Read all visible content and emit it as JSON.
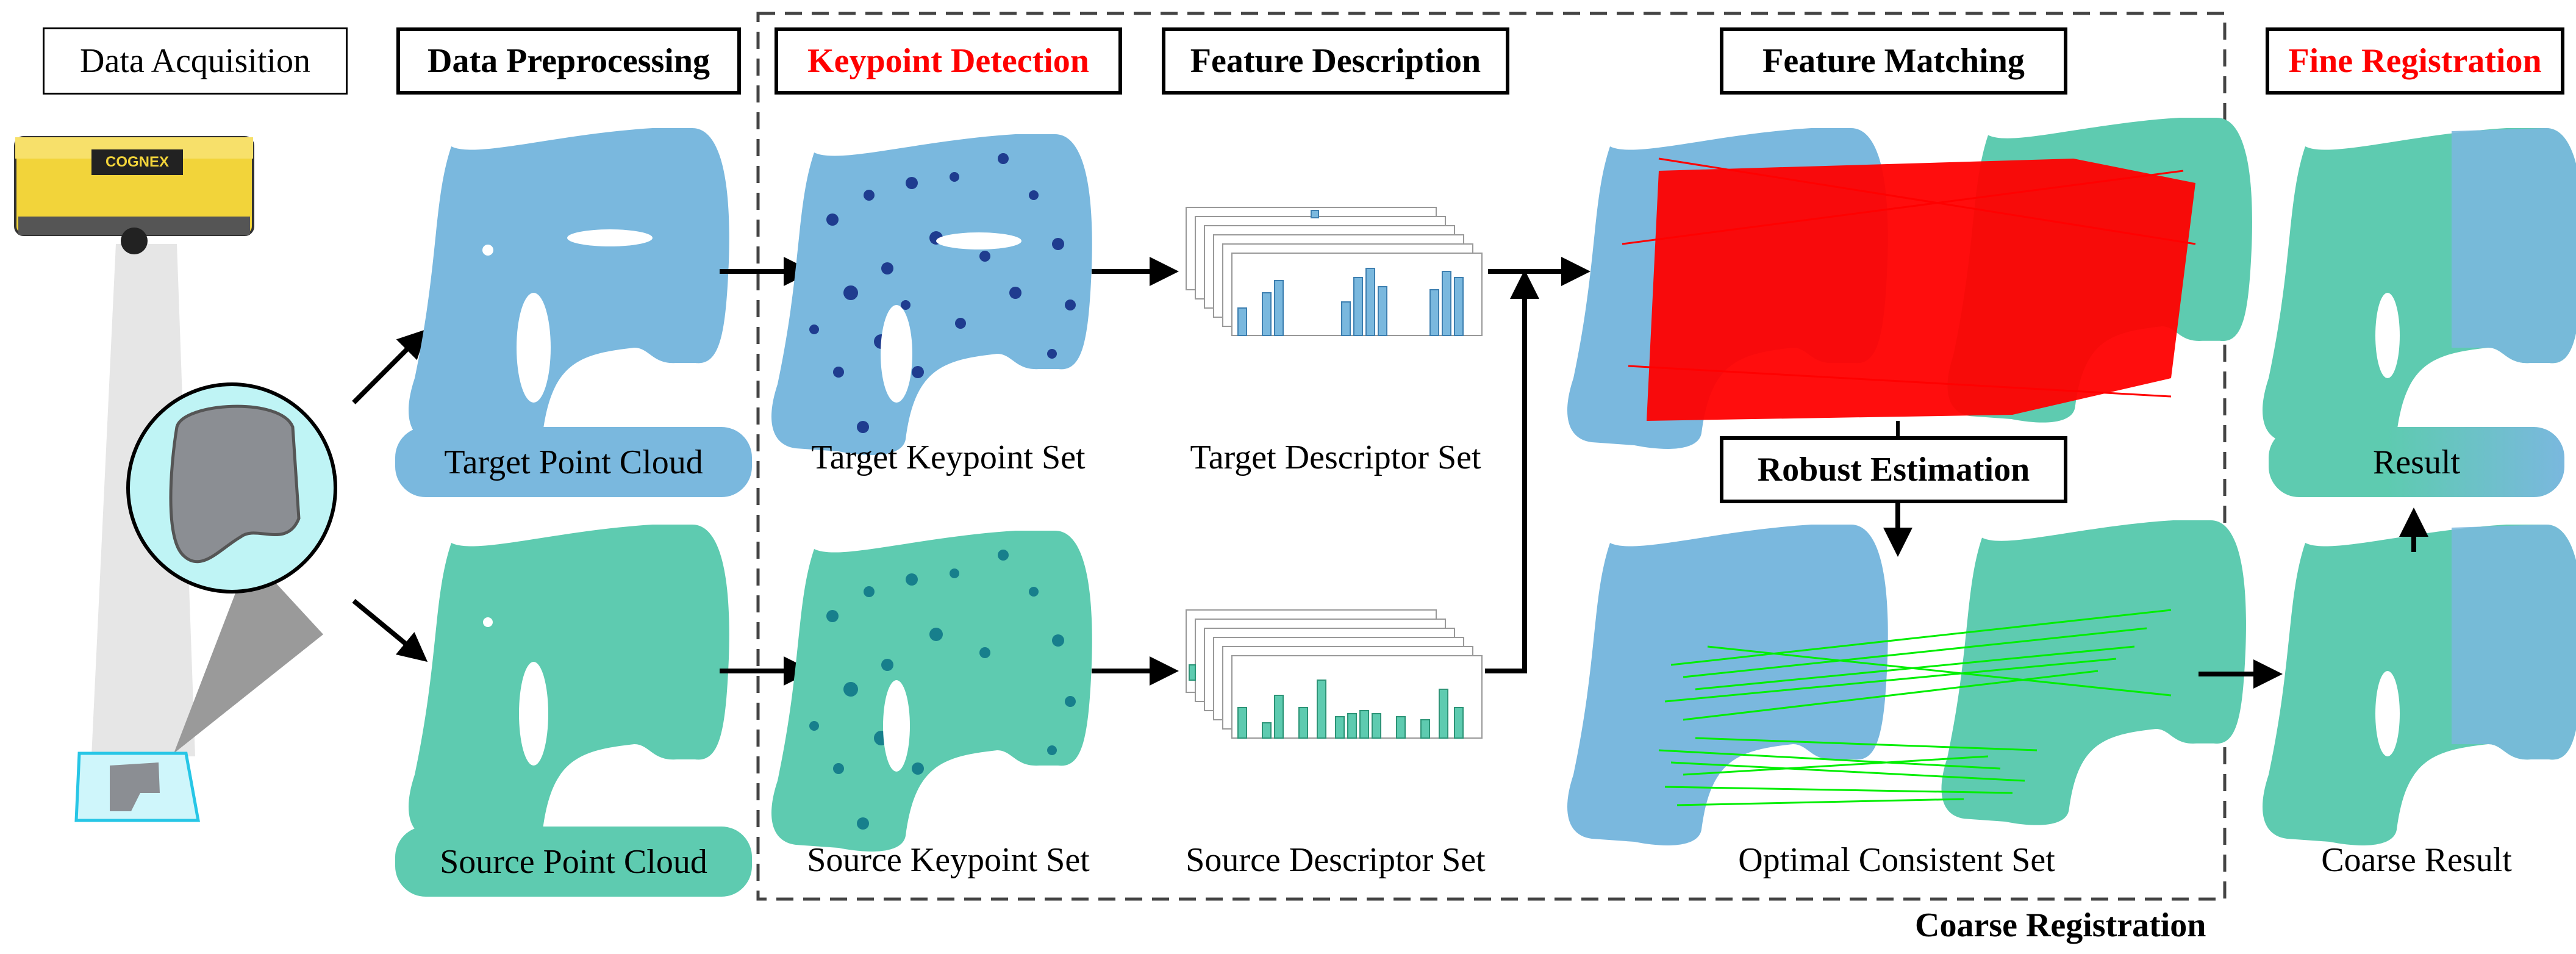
{
  "stages": {
    "acquisition": "Data Acquisition",
    "preprocessing": "Data Preprocessing",
    "keypoint": "Keypoint Detection",
    "description": "Feature Description",
    "matching": "Feature Matching",
    "fine": "Fine Registration",
    "robust": "Robust Estimation",
    "coarse": "Coarse Registration"
  },
  "camera_brand": "COGNEX",
  "labels": {
    "target_cloud": "Target Point Cloud",
    "source_cloud": "Source Point Cloud",
    "target_keypoints": "Target Keypoint Set",
    "source_keypoints": "Source Keypoint Set",
    "target_descriptors": "Target Descriptor Set",
    "source_descriptors": "Source Descriptor Set",
    "optimal_set": "Optimal Consistent Set",
    "result": "Result",
    "coarse_result": "Coarse Result"
  },
  "colors": {
    "target": "#7ab8de",
    "source": "#5ecbb0",
    "keypoint_dark": "#1f3c8f",
    "keypoint_teal": "#177f8c",
    "match_red": "#ff0000",
    "match_green": "#00ee00",
    "highlight": "#ff0000"
  },
  "icons": [
    "camera-icon",
    "pipe-elbow-icon",
    "point-cloud-icon",
    "histogram-icon",
    "arrow-icon"
  ]
}
